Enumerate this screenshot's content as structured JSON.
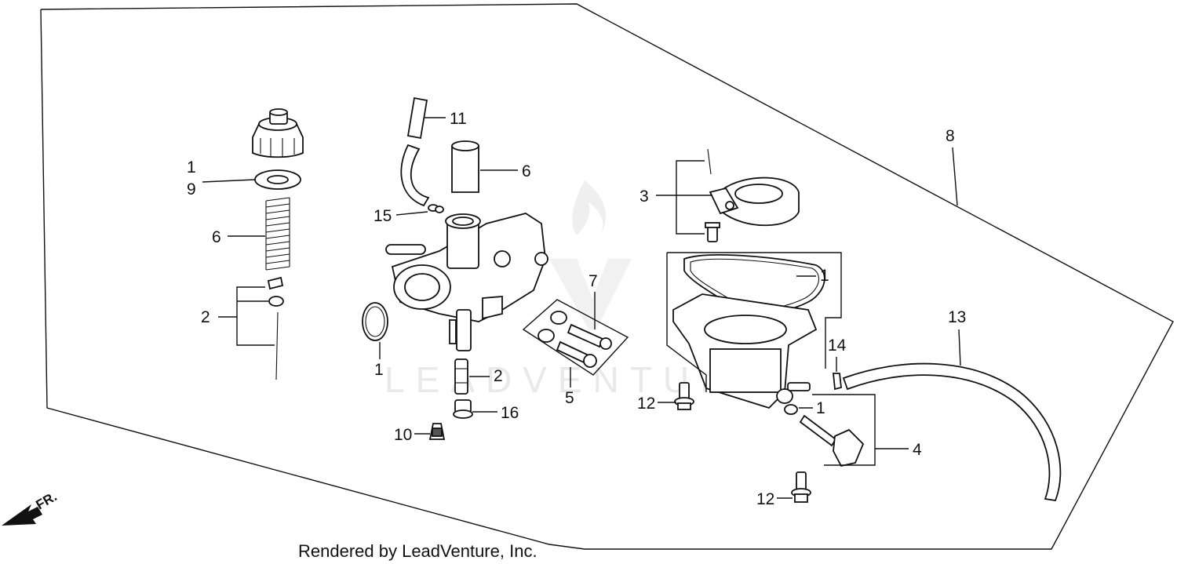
{
  "callouts": {
    "c1_left": "1",
    "c9": "9",
    "c6_left": "6",
    "c2_left": "2",
    "c11": "11",
    "c6_mid": "6",
    "c15": "15",
    "c1_mid": "1",
    "c2_mid": "2",
    "c16": "16",
    "c10": "10",
    "c7": "7",
    "c5": "5",
    "c3": "3",
    "c8": "8",
    "c1_bowl": "1",
    "c13": "13",
    "c14": "14",
    "c12_upper": "12",
    "c1_small": "1",
    "c4": "4",
    "c12_lower": "12"
  },
  "orientation_label": "FR.",
  "watermark": "LEADVENTURE",
  "footer": "Rendered by LeadVenture, Inc."
}
